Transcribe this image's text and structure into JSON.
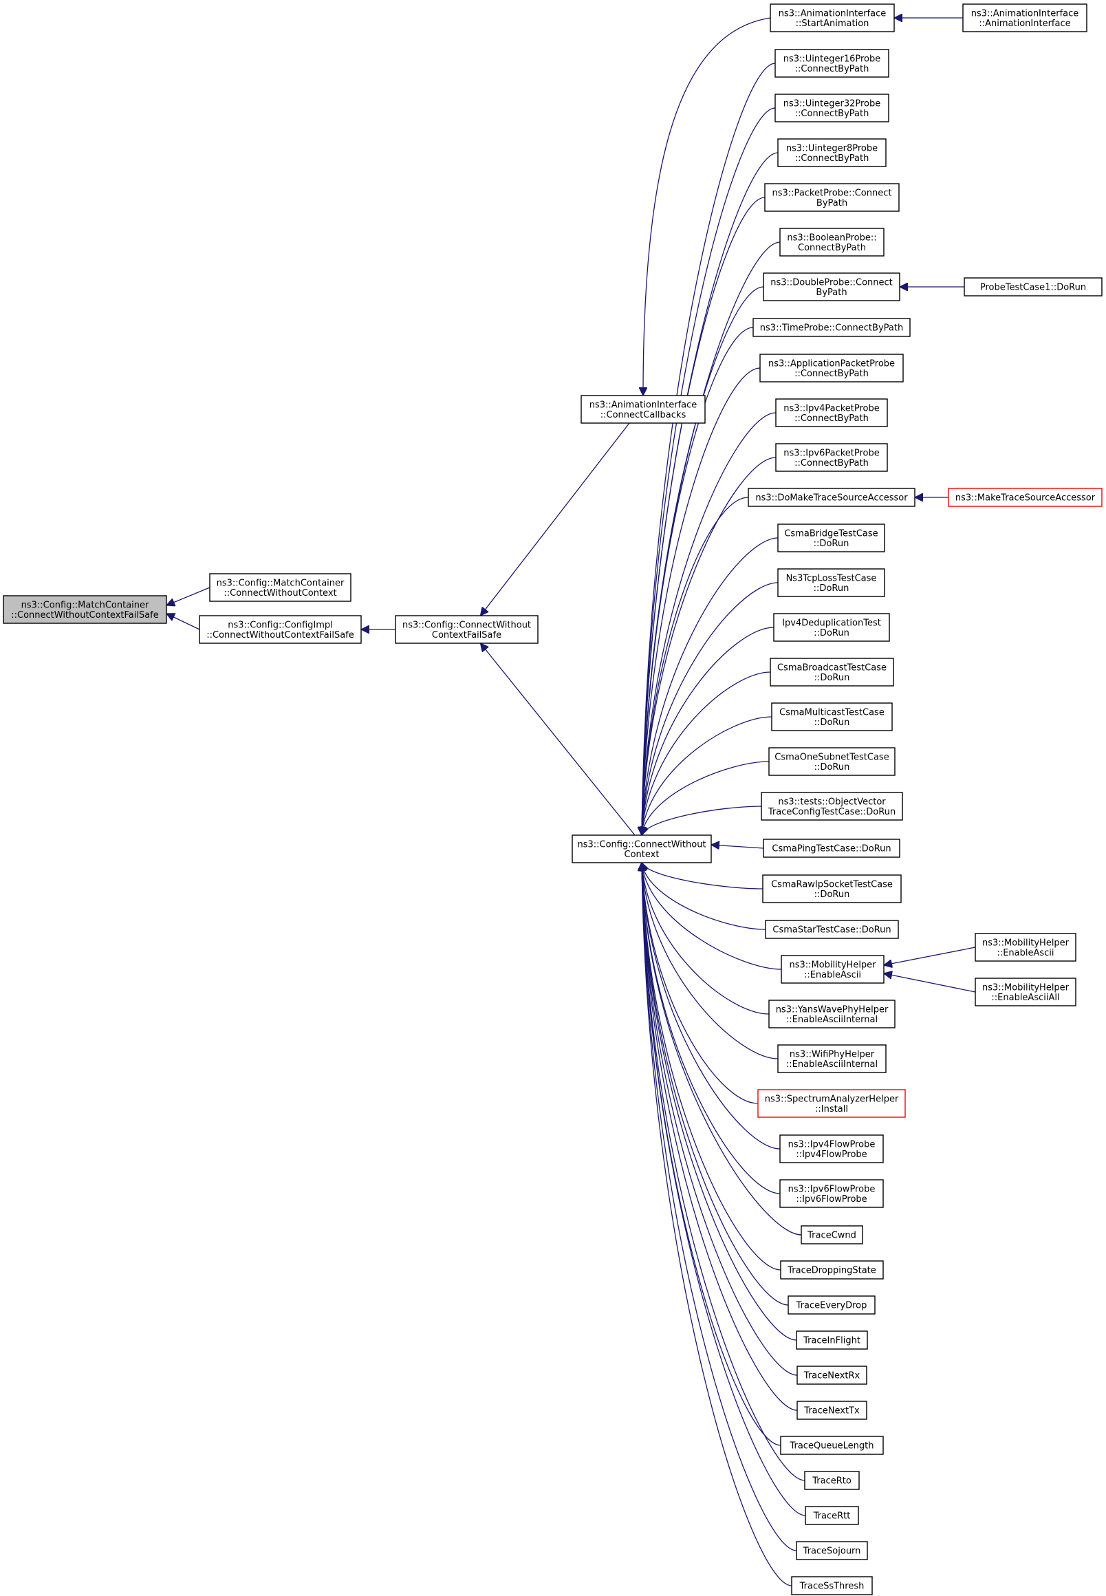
{
  "graph": {
    "colors": {
      "edge": "#191970",
      "root_fill": "#bfbfbf",
      "node_border": "#000000",
      "truncated_border": "#ff0000"
    },
    "nodes": [
      {
        "id": "root",
        "lines": [
          "ns3::Config::MatchContainer",
          "::ConnectWithoutContextFailSafe"
        ],
        "style": "root"
      },
      {
        "id": "mc_cwc",
        "lines": [
          "ns3::Config::MatchContainer",
          "::ConnectWithoutContext"
        ]
      },
      {
        "id": "ci_cwcfs",
        "lines": [
          "ns3::Config::ConfigImpl",
          "::ConnectWithoutContextFailSafe"
        ]
      },
      {
        "id": "cwcfs",
        "lines": [
          "ns3::Config::ConnectWithout",
          "ContextFailSafe"
        ]
      },
      {
        "id": "anim_cc",
        "lines": [
          "ns3::AnimationInterface",
          "::ConnectCallbacks"
        ]
      },
      {
        "id": "cwc",
        "lines": [
          "ns3::Config::ConnectWithout",
          "Context"
        ]
      },
      {
        "id": "anim_start",
        "lines": [
          "ns3::AnimationInterface",
          "::StartAnimation"
        ]
      },
      {
        "id": "anim_ctor",
        "lines": [
          "ns3::AnimationInterface",
          "::AnimationInterface"
        ]
      },
      {
        "id": "u16",
        "lines": [
          "ns3::Uinteger16Probe",
          "::ConnectByPath"
        ]
      },
      {
        "id": "u32",
        "lines": [
          "ns3::Uinteger32Probe",
          "::ConnectByPath"
        ]
      },
      {
        "id": "u8",
        "lines": [
          "ns3::Uinteger8Probe",
          "::ConnectByPath"
        ]
      },
      {
        "id": "pkt",
        "lines": [
          "ns3::PacketProbe::Connect",
          "ByPath"
        ]
      },
      {
        "id": "bool",
        "lines": [
          "ns3::BooleanProbe::",
          "ConnectByPath"
        ]
      },
      {
        "id": "dbl",
        "lines": [
          "ns3::DoubleProbe::Connect",
          "ByPath"
        ]
      },
      {
        "id": "probetc",
        "lines": [
          "ProbeTestCase1::DoRun"
        ]
      },
      {
        "id": "time",
        "lines": [
          "ns3::TimeProbe::ConnectByPath"
        ]
      },
      {
        "id": "apppkt",
        "lines": [
          "ns3::ApplicationPacketProbe",
          "::ConnectByPath"
        ]
      },
      {
        "id": "ipv4pkt",
        "lines": [
          "ns3::Ipv4PacketProbe",
          "::ConnectByPath"
        ]
      },
      {
        "id": "ipv6pkt",
        "lines": [
          "ns3::Ipv6PacketProbe",
          "::ConnectByPath"
        ]
      },
      {
        "id": "domake",
        "lines": [
          "ns3::DoMakeTraceSourceAccessor"
        ]
      },
      {
        "id": "make",
        "lines": [
          "ns3::MakeTraceSourceAccessor"
        ],
        "style": "red"
      },
      {
        "id": "csmabridge",
        "lines": [
          "CsmaBridgeTestCase",
          "::DoRun"
        ]
      },
      {
        "id": "ns3tcp",
        "lines": [
          "Ns3TcpLossTestCase",
          "::DoRun"
        ]
      },
      {
        "id": "ipv4dedup",
        "lines": [
          "Ipv4DeduplicationTest",
          "::DoRun"
        ]
      },
      {
        "id": "csmabcast",
        "lines": [
          "CsmaBroadcastTestCase",
          "::DoRun"
        ]
      },
      {
        "id": "csmamcast",
        "lines": [
          "CsmaMulticastTestCase",
          "::DoRun"
        ]
      },
      {
        "id": "csmaone",
        "lines": [
          "CsmaOneSubnetTestCase",
          "::DoRun"
        ]
      },
      {
        "id": "objvec",
        "lines": [
          "ns3::tests::ObjectVector",
          "TraceConfigTestCase::DoRun"
        ]
      },
      {
        "id": "csmaping",
        "lines": [
          "CsmaPingTestCase::DoRun"
        ]
      },
      {
        "id": "csmaraw",
        "lines": [
          "CsmaRawIpSocketTestCase",
          "::DoRun"
        ]
      },
      {
        "id": "csmastar",
        "lines": [
          "CsmaStarTestCase::DoRun"
        ]
      },
      {
        "id": "mob_ea",
        "lines": [
          "ns3::MobilityHelper",
          "::EnableAscii"
        ]
      },
      {
        "id": "mob_ea2",
        "lines": [
          "ns3::MobilityHelper",
          "::EnableAscii"
        ]
      },
      {
        "id": "mob_eaall",
        "lines": [
          "ns3::MobilityHelper",
          "::EnableAsciiAll"
        ]
      },
      {
        "id": "yans",
        "lines": [
          "ns3::YansWavePhyHelper",
          "::EnableAsciiInternal"
        ]
      },
      {
        "id": "wifi",
        "lines": [
          "ns3::WifiPhyHelper",
          "::EnableAsciiInternal"
        ]
      },
      {
        "id": "spectrum",
        "lines": [
          "ns3::SpectrumAnalyzerHelper",
          "::Install"
        ],
        "style": "red"
      },
      {
        "id": "ipv4flow",
        "lines": [
          "ns3::Ipv4FlowProbe",
          "::Ipv4FlowProbe"
        ]
      },
      {
        "id": "ipv6flow",
        "lines": [
          "ns3::Ipv6FlowProbe",
          "::Ipv6FlowProbe"
        ]
      },
      {
        "id": "tcwnd",
        "lines": [
          "TraceCwnd"
        ]
      },
      {
        "id": "tdrop",
        "lines": [
          "TraceDroppingState"
        ]
      },
      {
        "id": "tevery",
        "lines": [
          "TraceEveryDrop"
        ]
      },
      {
        "id": "tinflight",
        "lines": [
          "TraceInFlight"
        ]
      },
      {
        "id": "tnextrx",
        "lines": [
          "TraceNextRx"
        ]
      },
      {
        "id": "tnexttx",
        "lines": [
          "TraceNextTx"
        ]
      },
      {
        "id": "tqueue",
        "lines": [
          "TraceQueueLength"
        ]
      },
      {
        "id": "trto",
        "lines": [
          "TraceRto"
        ]
      },
      {
        "id": "trtt",
        "lines": [
          "TraceRtt"
        ]
      },
      {
        "id": "tsojourn",
        "lines": [
          "TraceSojourn"
        ]
      },
      {
        "id": "tssthresh",
        "lines": [
          "TraceSsThresh"
        ]
      }
    ],
    "edges": [
      {
        "from": "mc_cwc",
        "to": "root"
      },
      {
        "from": "ci_cwcfs",
        "to": "root"
      },
      {
        "from": "cwcfs",
        "to": "ci_cwcfs"
      },
      {
        "from": "anim_cc",
        "to": "cwcfs"
      },
      {
        "from": "cwc",
        "to": "cwcfs"
      },
      {
        "from": "anim_start",
        "to": "anim_cc"
      },
      {
        "from": "anim_ctor",
        "to": "anim_start"
      },
      {
        "from": "u16",
        "to": "cwc"
      },
      {
        "from": "u32",
        "to": "cwc"
      },
      {
        "from": "u8",
        "to": "cwc"
      },
      {
        "from": "pkt",
        "to": "cwc"
      },
      {
        "from": "bool",
        "to": "cwc"
      },
      {
        "from": "dbl",
        "to": "cwc"
      },
      {
        "from": "probetc",
        "to": "dbl"
      },
      {
        "from": "time",
        "to": "cwc"
      },
      {
        "from": "apppkt",
        "to": "cwc"
      },
      {
        "from": "ipv4pkt",
        "to": "cwc"
      },
      {
        "from": "ipv6pkt",
        "to": "cwc"
      },
      {
        "from": "domake",
        "to": "cwc"
      },
      {
        "from": "make",
        "to": "domake"
      },
      {
        "from": "csmabridge",
        "to": "cwc"
      },
      {
        "from": "ns3tcp",
        "to": "cwc"
      },
      {
        "from": "ipv4dedup",
        "to": "cwc"
      },
      {
        "from": "csmabcast",
        "to": "cwc"
      },
      {
        "from": "csmamcast",
        "to": "cwc"
      },
      {
        "from": "csmaone",
        "to": "cwc"
      },
      {
        "from": "objvec",
        "to": "cwc"
      },
      {
        "from": "csmaping",
        "to": "cwc"
      },
      {
        "from": "csmaraw",
        "to": "cwc"
      },
      {
        "from": "csmastar",
        "to": "cwc"
      },
      {
        "from": "mob_ea",
        "to": "cwc"
      },
      {
        "from": "mob_ea2",
        "to": "mob_ea"
      },
      {
        "from": "mob_eaall",
        "to": "mob_ea"
      },
      {
        "from": "yans",
        "to": "cwc"
      },
      {
        "from": "wifi",
        "to": "cwc"
      },
      {
        "from": "spectrum",
        "to": "cwc"
      },
      {
        "from": "ipv4flow",
        "to": "cwc"
      },
      {
        "from": "ipv6flow",
        "to": "cwc"
      },
      {
        "from": "tcwnd",
        "to": "cwc"
      },
      {
        "from": "tdrop",
        "to": "cwc"
      },
      {
        "from": "tevery",
        "to": "cwc"
      },
      {
        "from": "tinflight",
        "to": "cwc"
      },
      {
        "from": "tnextrx",
        "to": "cwc"
      },
      {
        "from": "tnexttx",
        "to": "cwc"
      },
      {
        "from": "tqueue",
        "to": "cwc"
      },
      {
        "from": "trto",
        "to": "cwc"
      },
      {
        "from": "trtt",
        "to": "cwc"
      },
      {
        "from": "tsojourn",
        "to": "cwc"
      },
      {
        "from": "tssthresh",
        "to": "cwc"
      }
    ]
  }
}
